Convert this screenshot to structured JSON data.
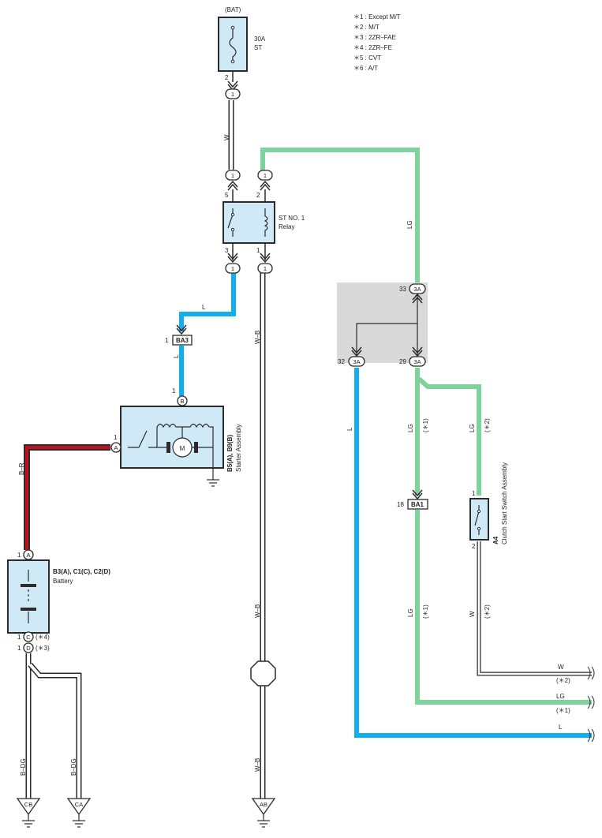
{
  "colors": {
    "wire_L": "#13aef0",
    "wire_LG": "#7ed29c",
    "wire_R": "#c0121a",
    "wire_black": "#2b2b2b",
    "component_fill": "#cfe9f7",
    "junction_fill": "#d9d9d9"
  },
  "notes": [
    "＊1 : Except M/T",
    "＊2 : M/T",
    "＊3 : 2ZR–FAE",
    "＊4 : 2ZR–FE",
    "＊5 : CVT",
    "＊6 : A/T"
  ],
  "fuse": {
    "source": "(BAT)",
    "rating": "30A",
    "name": "ST",
    "pin": "2"
  },
  "relay": {
    "name": "ST NO. 1",
    "sub": "Relay",
    "pins": [
      "5",
      "2",
      "3",
      "1"
    ]
  },
  "starter": {
    "code": "B5(A), B9(B)",
    "name": "Starter Assembly",
    "pin_a": "1",
    "conn_a": "A",
    "conn_b": "B",
    "pin_b": "1"
  },
  "battery": {
    "code": "B3(A), C1(C), C2(D)",
    "name": "Battery",
    "pins": [
      "1",
      "1",
      "1"
    ],
    "conns": [
      "A",
      "C",
      "D"
    ],
    "tag_c": "(＊4)",
    "tag_d": "(＊3)"
  },
  "clutch": {
    "code": "A4",
    "name": "Clutch Start Switch Assembly",
    "pin1": "1",
    "pin2": "2"
  },
  "connectors": {
    "c1": "1",
    "c_ba3": "BA3",
    "ba3_pin": "1",
    "c_3a": "3A",
    "pin_33": "33",
    "pin_32": "32",
    "pin_29": "29",
    "c_ba1": "BA1",
    "ba1_pin": "18"
  },
  "wires": {
    "w": "W",
    "lg": "LG",
    "l": "L",
    "wb": "W–B",
    "br": "B–R",
    "bdg": "B–DG",
    "tag1": "(＊1)",
    "tag2": "(＊2)"
  },
  "grounds": [
    "CB",
    "CA",
    "AB"
  ]
}
